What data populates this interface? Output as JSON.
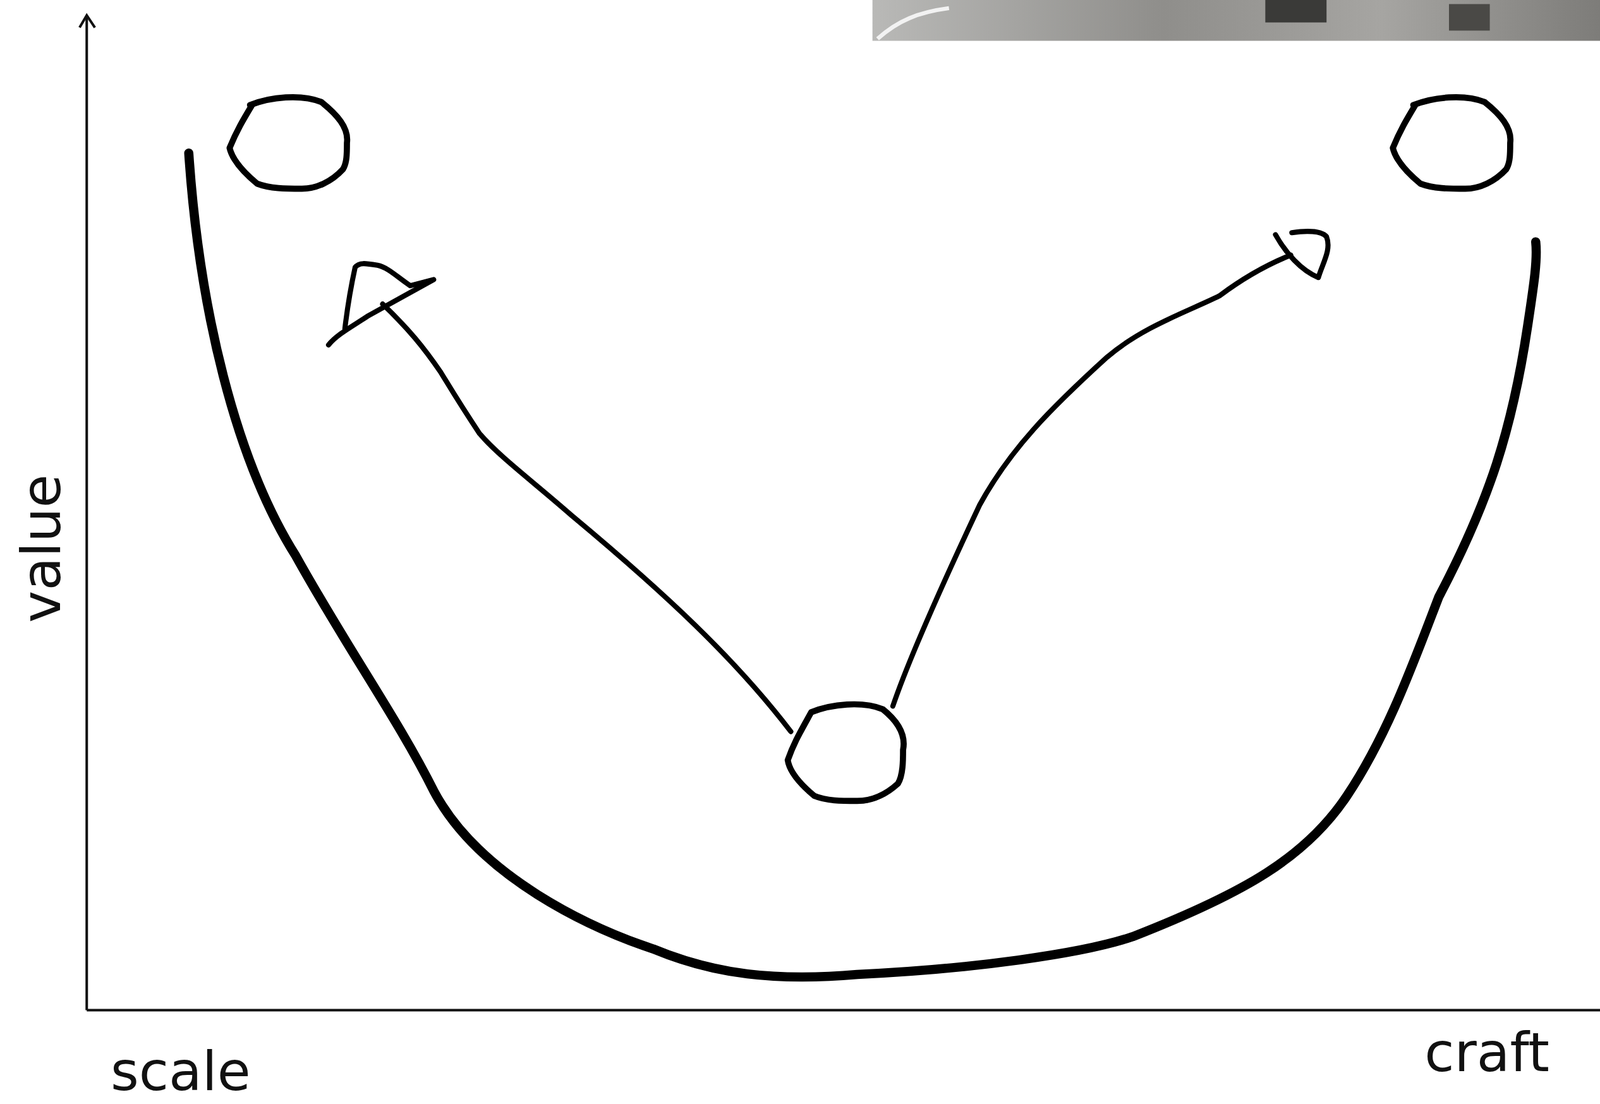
{
  "diagram": {
    "labels": [
      "value",
      "scale",
      "craft"
    ]
  }
}
